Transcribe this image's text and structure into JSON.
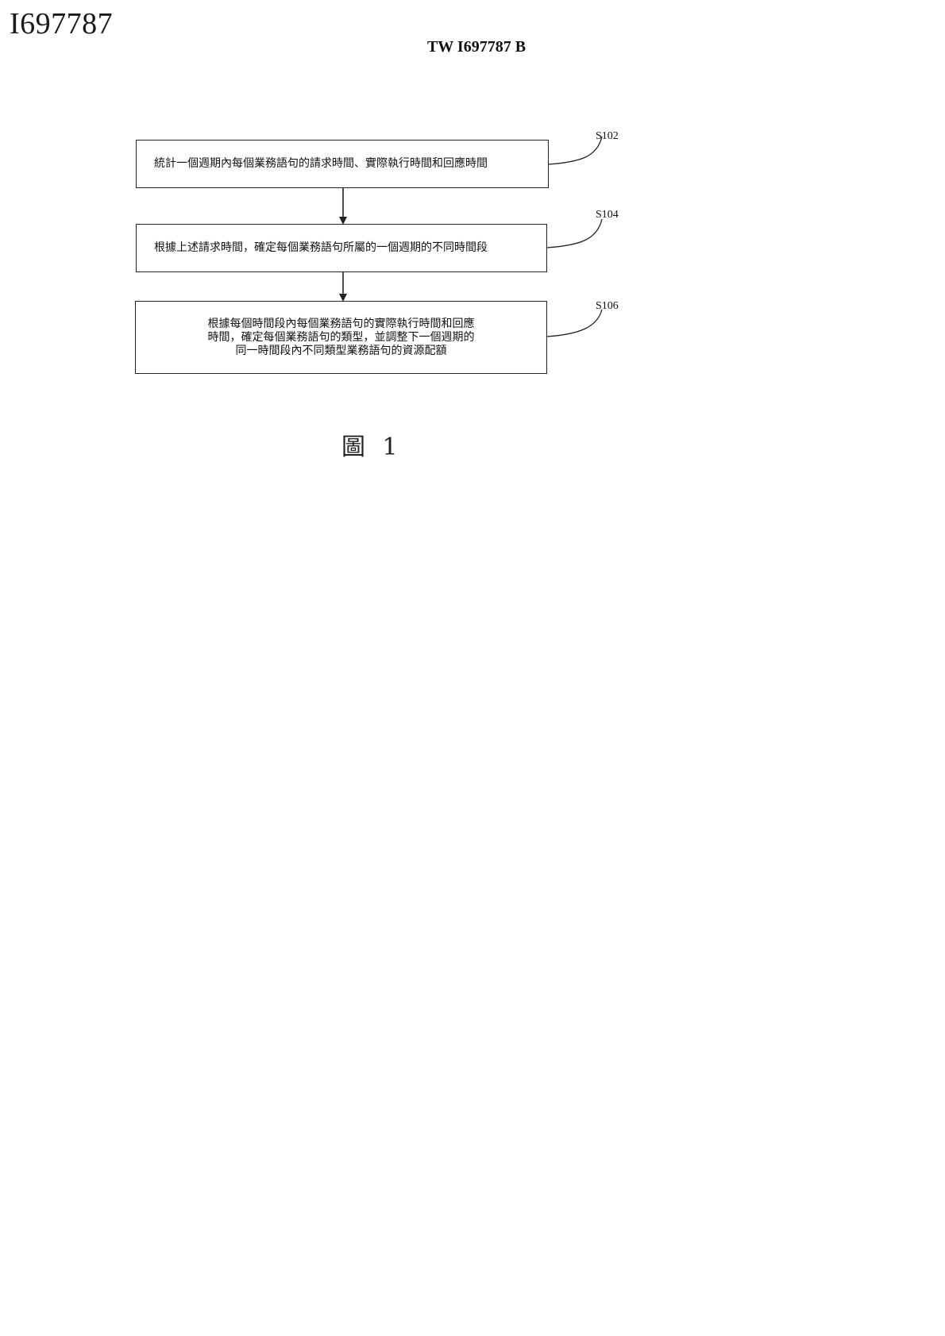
{
  "header": {
    "corner_id": "I697787",
    "publication_number": "TW I697787 B"
  },
  "flowchart": {
    "steps": [
      {
        "label": "S102",
        "text": "統計一個週期內每個業務語句的請求時間、實際執行時間和回應時間"
      },
      {
        "label": "S104",
        "text": "根據上述請求時間，確定每個業務語句所屬的一個週期的不同時間段"
      },
      {
        "label": "S106",
        "text": "根據每個時間段內每個業務語句的實際執行時間和回應\n時間，確定每個業務語句的類型，並調整下一個週期的\n同一時間段內不同類型業務語句的資源配額"
      }
    ]
  },
  "caption": "圖 1"
}
